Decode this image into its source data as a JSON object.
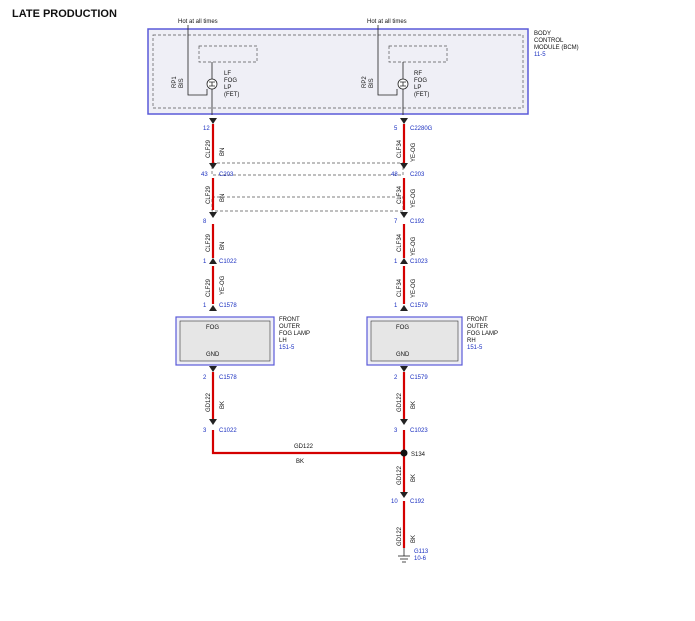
{
  "title": "LATE PRODUCTION",
  "hot_label": "Hot at all times",
  "bcm": {
    "line1": "BODY",
    "line2": "CONTROL",
    "line3": "MODULE (BCM)",
    "ref": "11-5"
  },
  "left_circuit": {
    "rp": "RP1",
    "bis": "BIS",
    "lf1": "LF",
    "lf2": "FOG",
    "lf3": "LP",
    "lf4": "(FET)"
  },
  "right_circuit": {
    "rp": "RP2",
    "bis": "BIS",
    "rf1": "RF",
    "rf2": "FOG",
    "rf3": "LP",
    "rf4": "(FET)"
  },
  "left_pins": {
    "p1": "12",
    "p2": "43",
    "p3": "8",
    "p4": "1",
    "p5": "1",
    "p6": "2",
    "p7": "3"
  },
  "right_pins": {
    "p1": "5",
    "p2": "48",
    "p3": "7",
    "p4": "1",
    "p5": "1",
    "p6": "2",
    "p7": "3",
    "p8": "10"
  },
  "left_connectors": {
    "c1": "C203",
    "c2": "C1022",
    "c3": "C1578",
    "c4": "C1578",
    "c5": "C1022"
  },
  "right_connectors": {
    "c0": "C2280G",
    "c1": "C203",
    "c2": "C192",
    "c3": "C1023",
    "c4": "C1579",
    "c5": "C1579",
    "c6": "C1023",
    "c7": "C192"
  },
  "wires": {
    "clf29": "CLF29",
    "bn": "BN",
    "clf34": "CLF34",
    "ye_og": "YE-OG",
    "gd122": "GD122",
    "bk": "BK"
  },
  "lamp_left": {
    "fog": "FOG",
    "gnd": "GND",
    "l1": "FRONT",
    "l2": "OUTER",
    "l3": "FOG LAMP",
    "l4": "LH",
    "ref": "151-5"
  },
  "lamp_right": {
    "fog": "FOG",
    "gnd": "GND",
    "l1": "FRONT",
    "l2": "OUTER",
    "l3": "FOG LAMP",
    "l4": "RH",
    "ref": "151-5"
  },
  "splice": "S134",
  "ground": {
    "name": "G113",
    "ref": "10-6"
  }
}
